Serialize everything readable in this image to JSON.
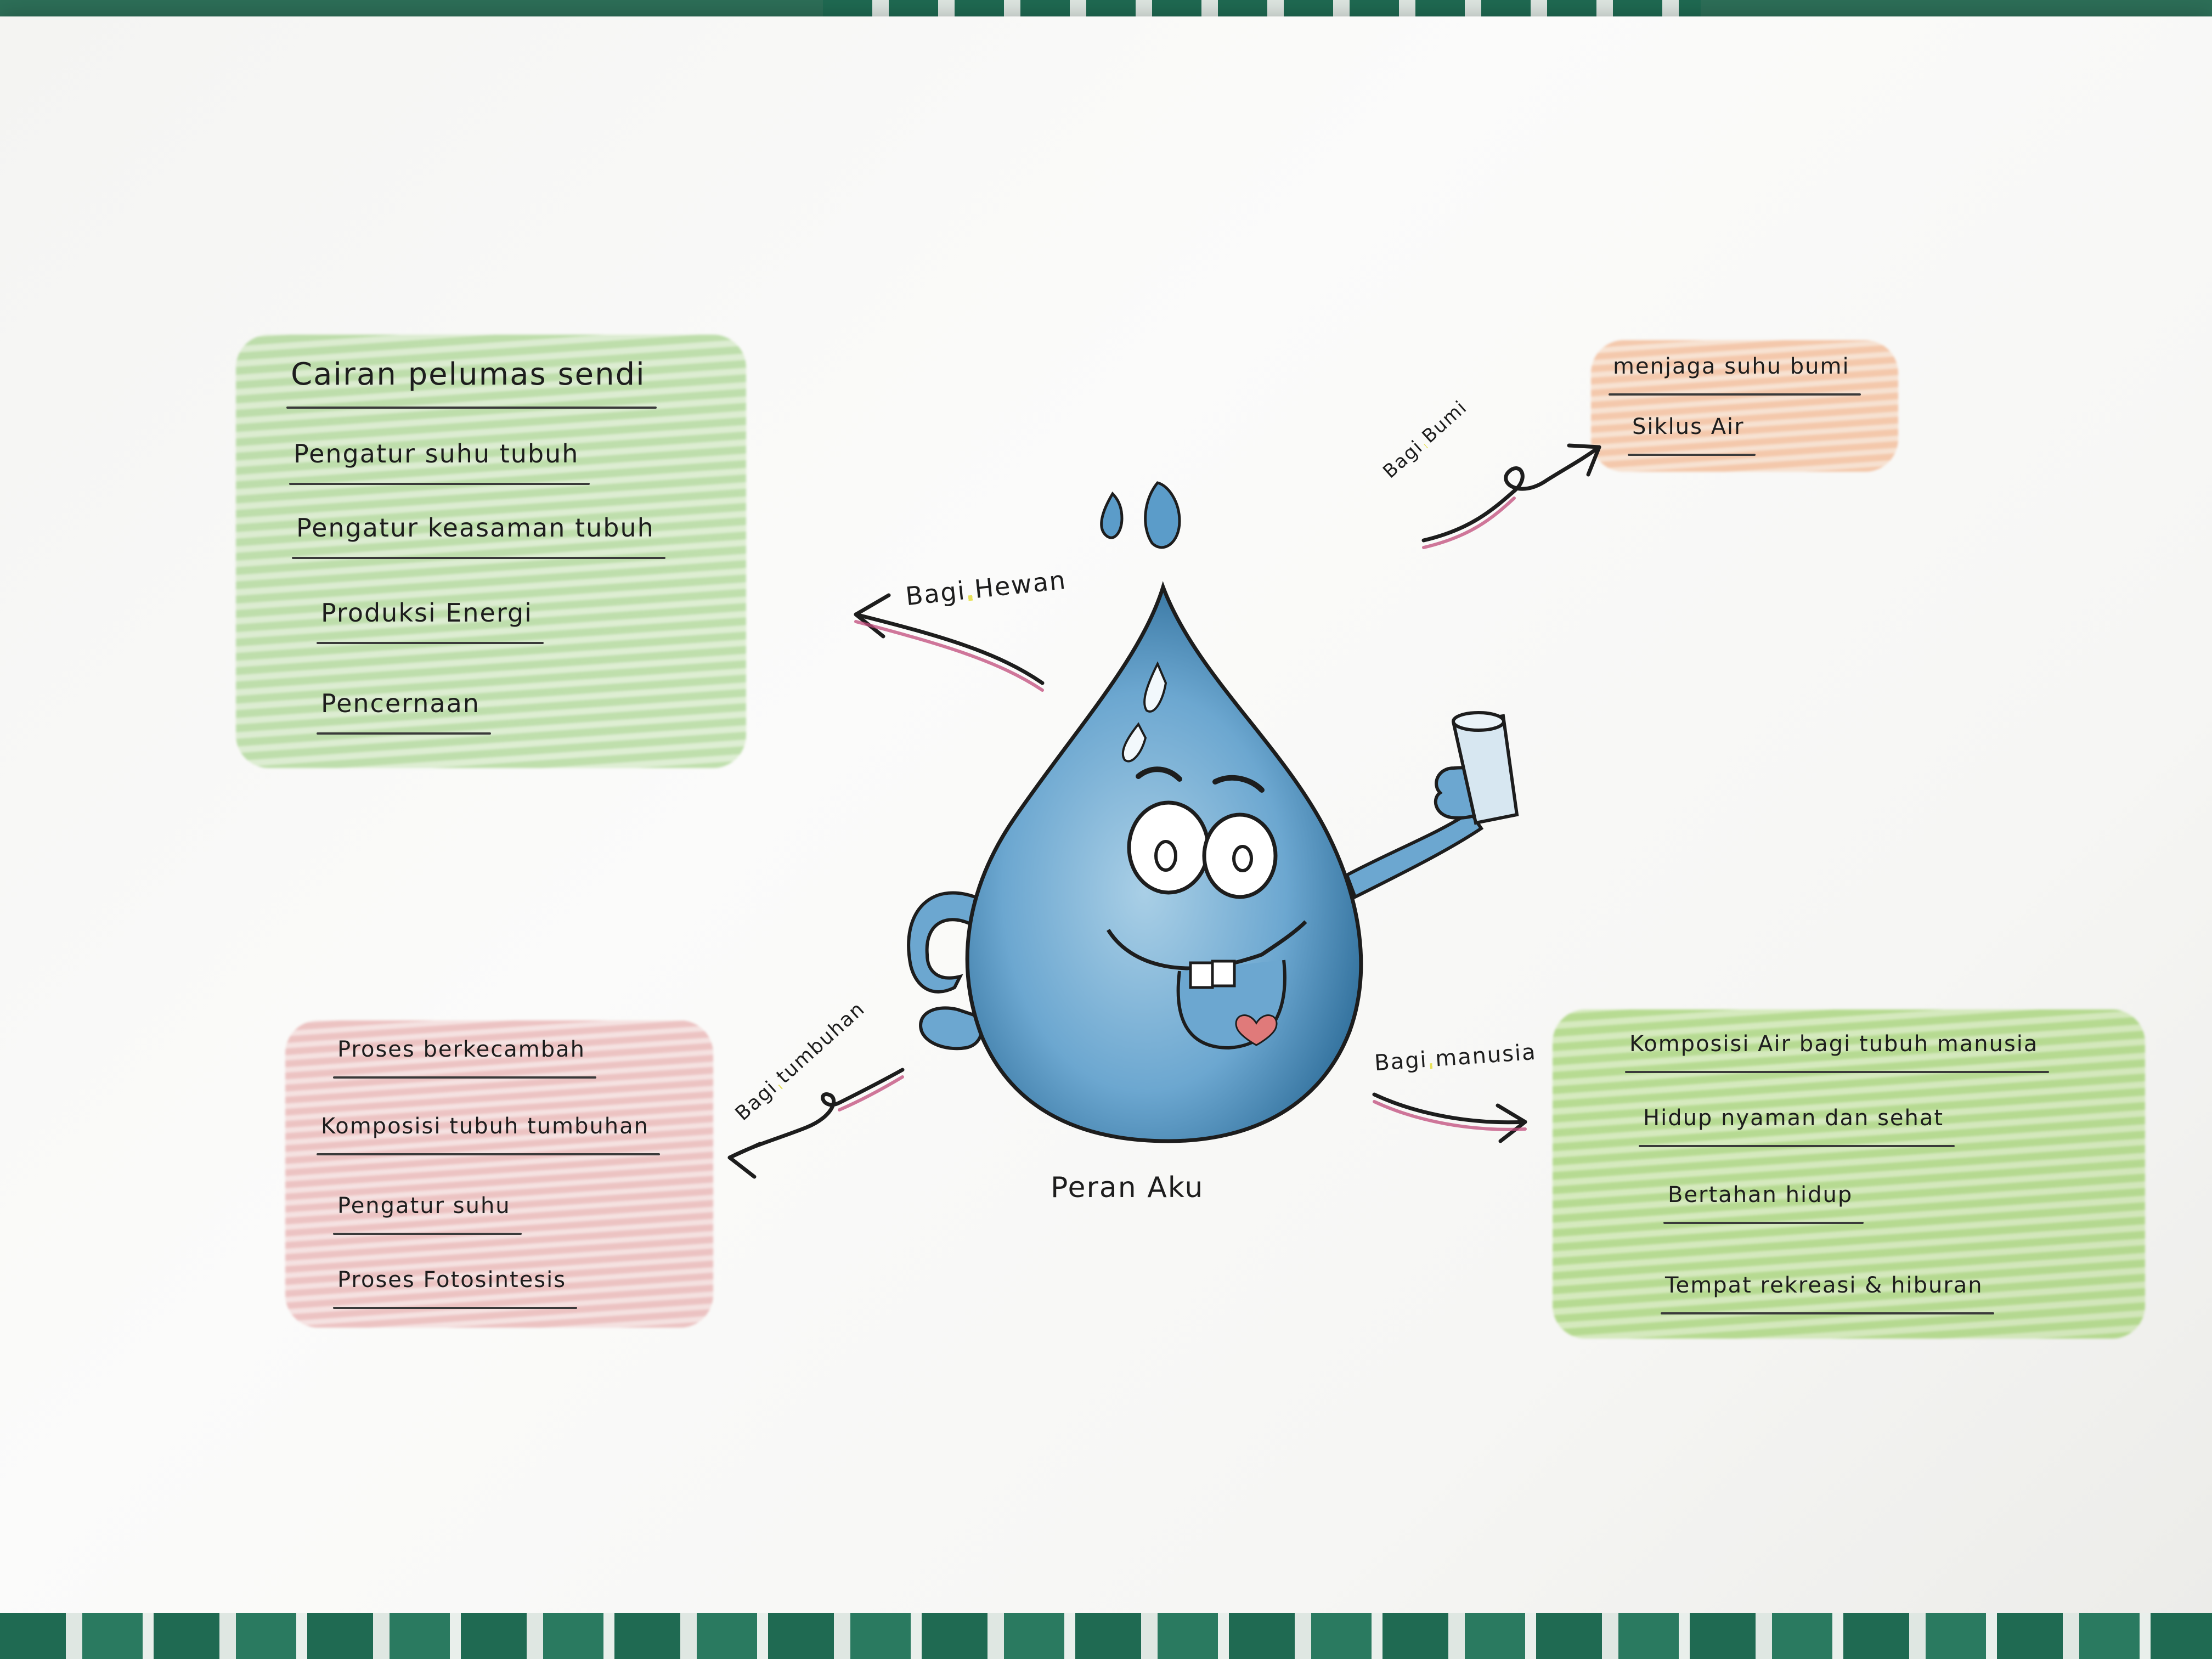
{
  "center": {
    "label": "Peran Aku"
  },
  "branches": {
    "hewan": {
      "label": "Bagi Hewan",
      "items": [
        "Cairan pelumas sendi",
        "Pengatur suhu tubuh",
        "Pengatur keasaman tubuh",
        "Produksi Energi",
        "Pencernaan"
      ]
    },
    "bumi": {
      "label": "Bagi Bumi",
      "items": [
        "menjaga suhu bumi",
        "Siklus Air"
      ]
    },
    "tumbuhan": {
      "label": "Bagi tumbuhan",
      "items": [
        "Proses berkecambah",
        "Komposisi tubuh tumbuhan",
        "Pengatur suhu",
        "Proses Fotosintesis"
      ]
    },
    "manusia": {
      "label": "Bagi manusia",
      "items": [
        "Komposisi Air bagi tubuh manusia",
        "Hidup nyaman dan sehat",
        "Bertahan hidup",
        "Tempat rekreasi & hiburan"
      ]
    }
  },
  "colors": {
    "water": "#5b9cc9",
    "water_dark": "#2f6e9a",
    "green_fill": "#8ec86e",
    "orange_fill": "#f0a06e",
    "pink_fill": "#e19696",
    "arrow_pink": "#c04a7a",
    "heart": "#e07a7a"
  }
}
